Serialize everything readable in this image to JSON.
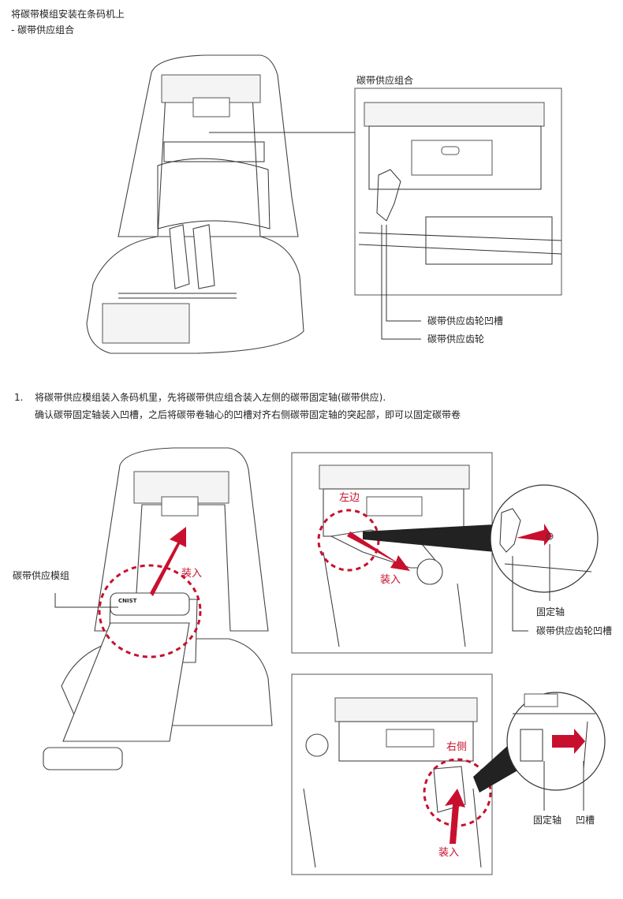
{
  "header": {
    "title": "将碳带模组安装在条码机上",
    "subtitle": "- 碳带供应组合"
  },
  "figure1": {
    "inset_title": "碳带供应组合",
    "callout_notch": "碳带供应齿轮凹槽",
    "callout_gear": "碳带供应齿轮"
  },
  "step1": {
    "number": "1.",
    "line1": "将碳带供应模组装入条码机里，先将碳带供应组合装入左侧的碳带固定轴(碳带供应).",
    "line2": "确认碳带固定轴装入凹槽，之后将碳带卷轴心的凹槽对齐右侧碳带固定轴的突起部，即可以固定碳带卷"
  },
  "figure2": {
    "module_label": "碳带供应模组",
    "insert_label": "装入",
    "left_label": "左边",
    "insert_label_2": "装入",
    "shaft_label": "固定轴",
    "notch_label": "碳带供应齿轮凹槽",
    "right_label": "右侧",
    "insert_label_3": "装入",
    "shaft_label_2": "固定轴",
    "groove_label": "凹槽",
    "brand": "CNIST"
  },
  "colors": {
    "accent": "#c8102e",
    "line": "#333333"
  }
}
